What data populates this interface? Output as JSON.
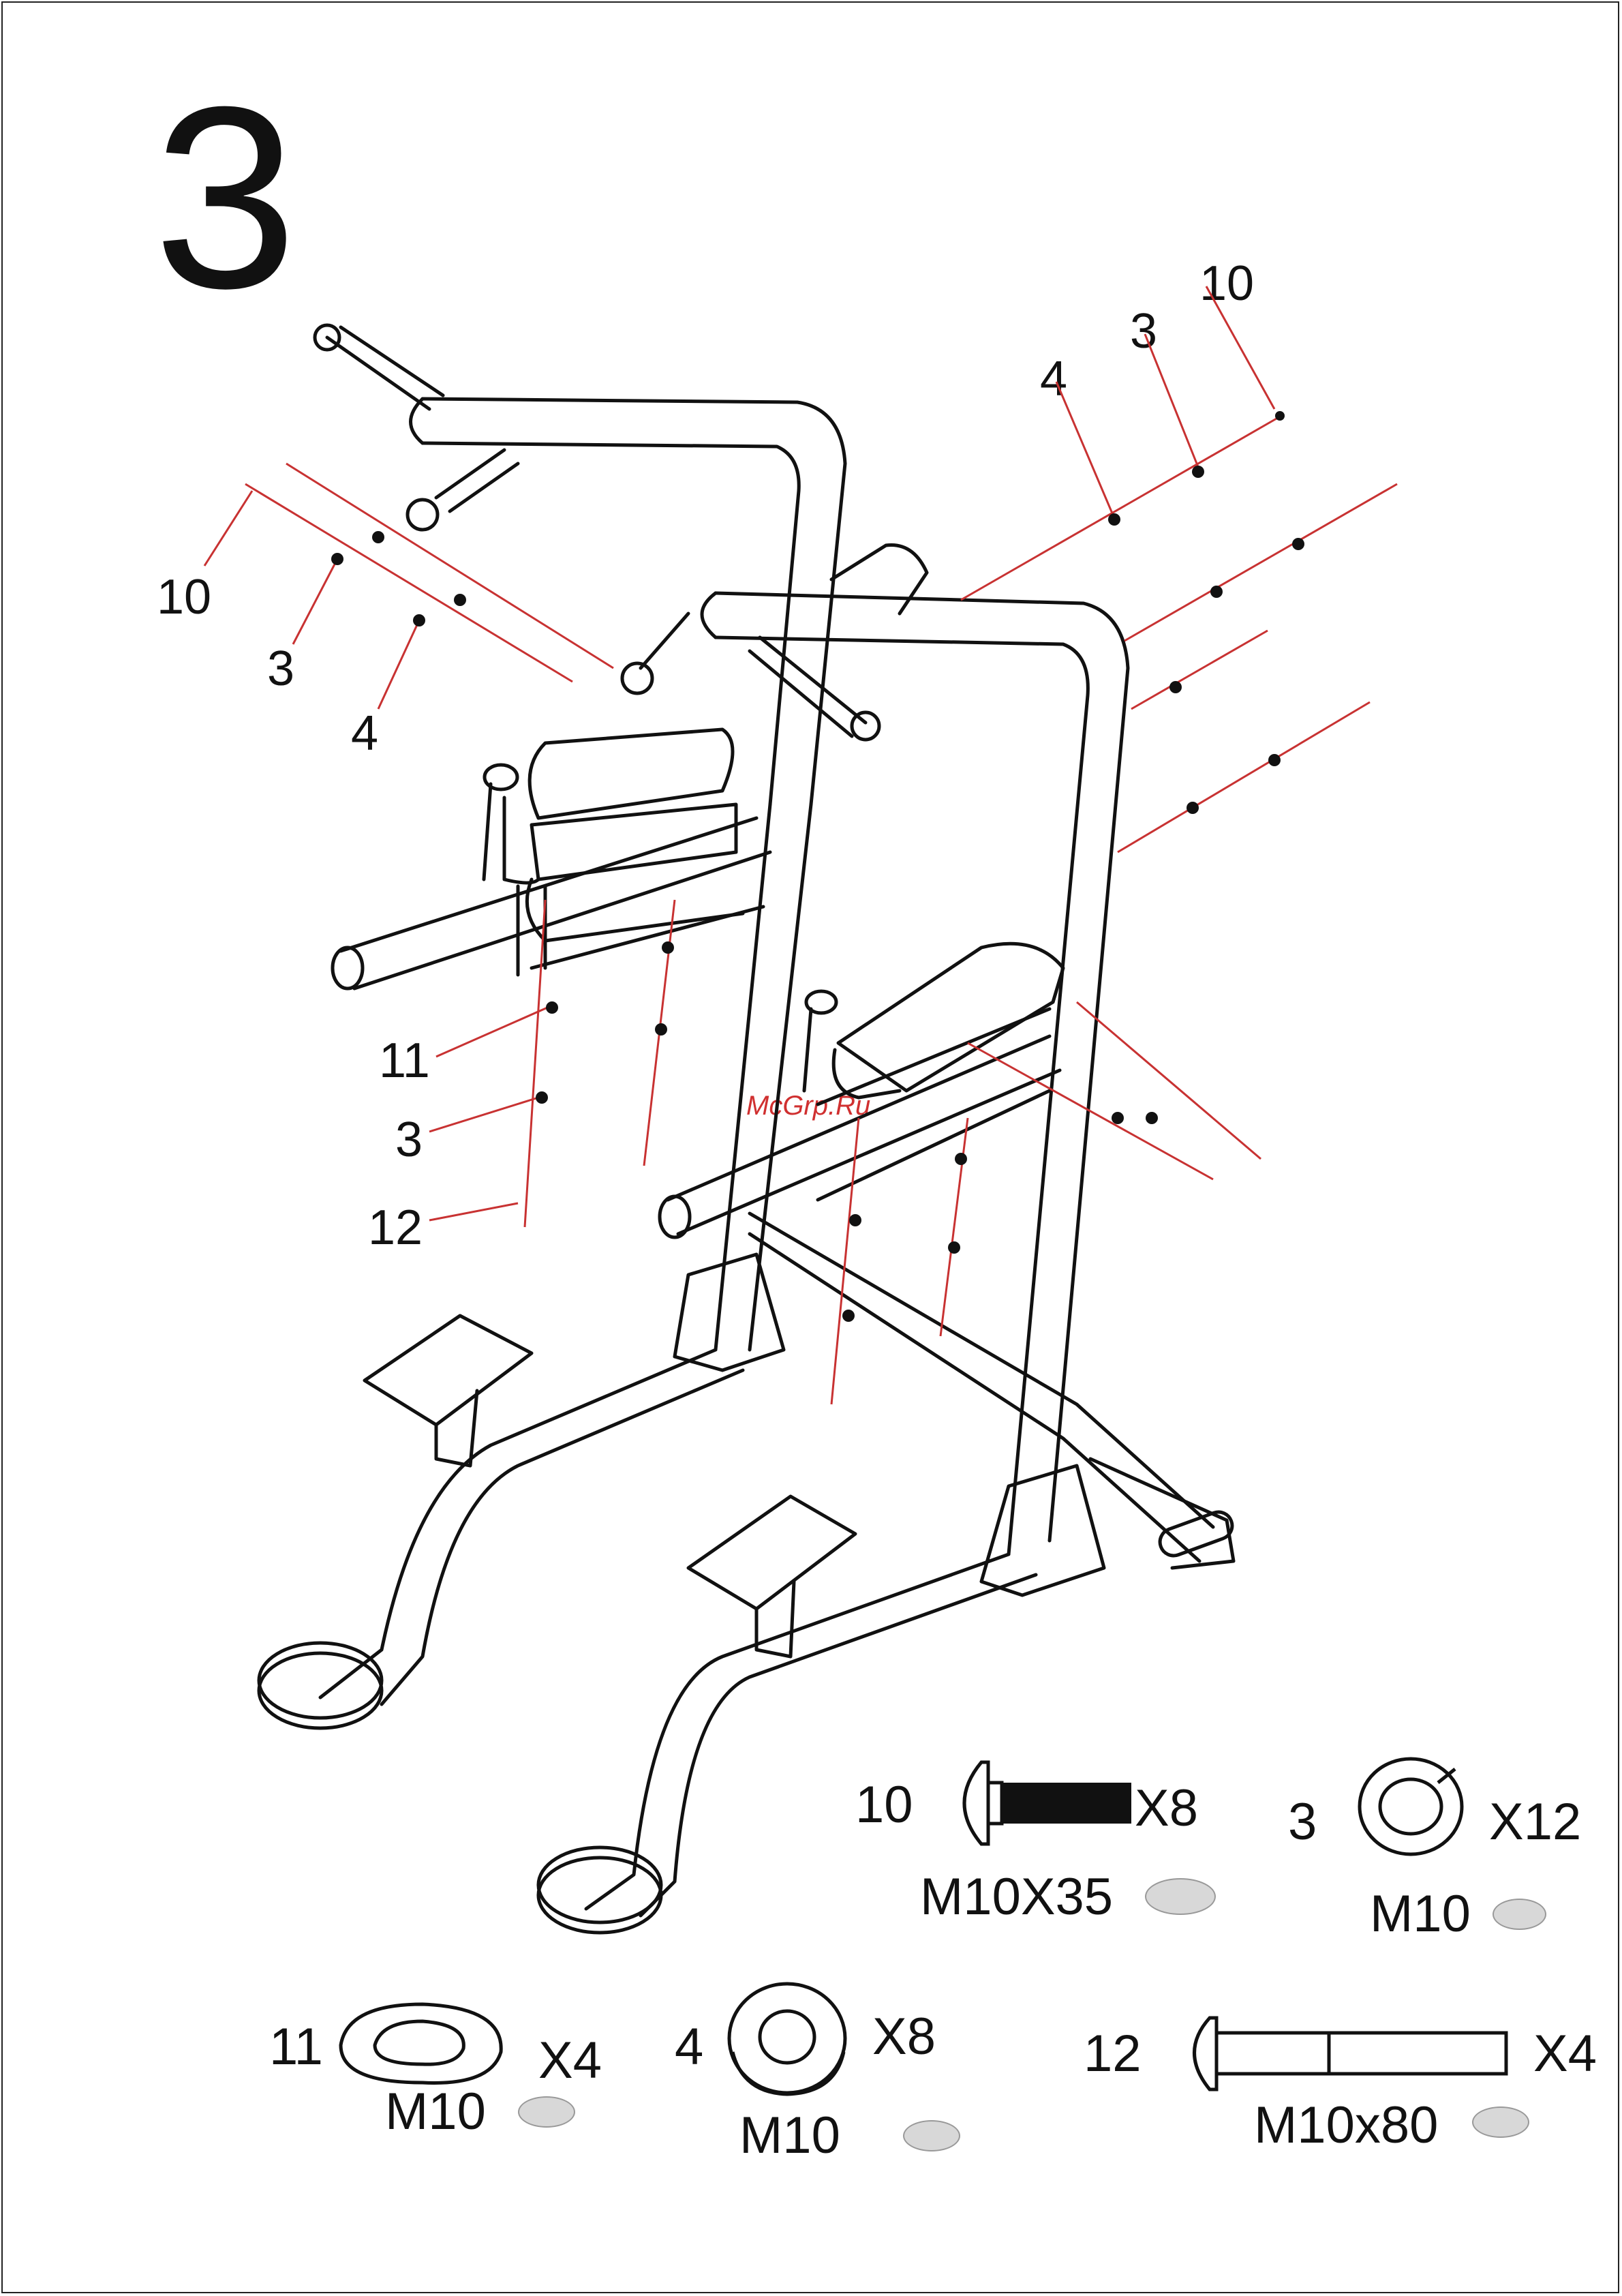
{
  "step_number": "3",
  "watermark": "McGrp.Ru",
  "callouts": {
    "right_top": [
      "10",
      "3",
      "4"
    ],
    "left_top": [
      "10",
      "3",
      "4"
    ],
    "left_bottom": [
      "11",
      "3",
      "12"
    ]
  },
  "hardware": [
    {
      "id": "10",
      "qty": "X8",
      "size": "M10X35",
      "icon": "bolt-icon"
    },
    {
      "id": "3",
      "qty": "X12",
      "size": "M10",
      "icon": "spring-washer-icon"
    },
    {
      "id": "11",
      "qty": "X4",
      "size": "M10",
      "icon": "curved-washer-icon"
    },
    {
      "id": "4",
      "qty": "X8",
      "size": "M10",
      "icon": "flat-washer-icon"
    },
    {
      "id": "12",
      "qty": "X4",
      "size": "M10x80",
      "icon": "long-bolt-icon"
    }
  ],
  "colors": {
    "line": "#111111",
    "leader": "#c83232",
    "swatch": "#d8d8d8"
  }
}
